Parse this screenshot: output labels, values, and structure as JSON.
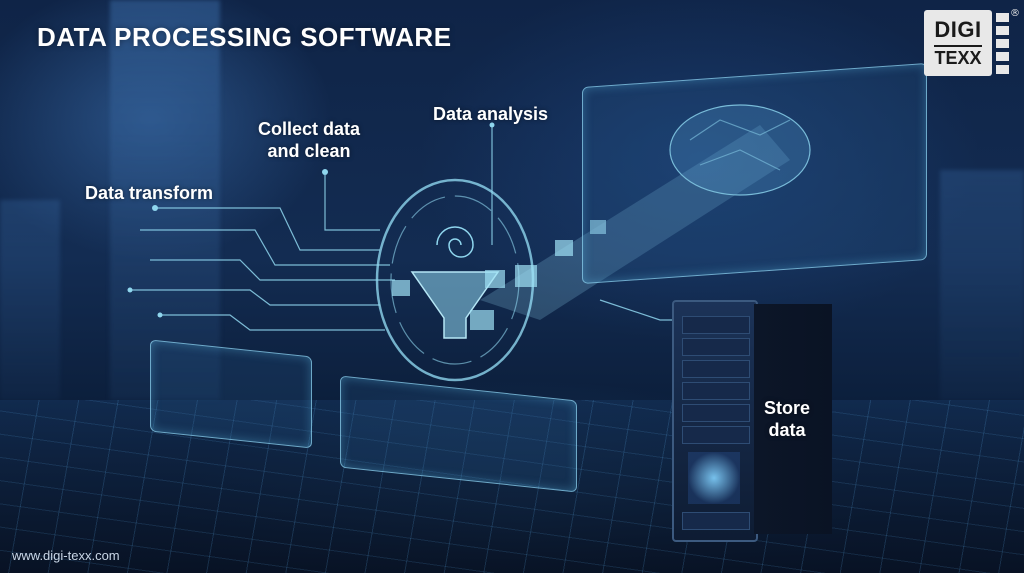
{
  "header": {
    "title": "DATA PROCESSING SOFTWARE"
  },
  "logo": {
    "line1": "DIGI",
    "line2": "TEXX",
    "registered": "®"
  },
  "stages": {
    "data_transform": "Data transform",
    "collect_clean_line1": "Collect data",
    "collect_clean_line2": "and clean",
    "data_analysis": "Data analysis",
    "store_line1": "Store",
    "store_line2": "data"
  },
  "footer": {
    "url": "www.digi-texx.com"
  },
  "colors": {
    "accent_cyan": "#8fd6ee",
    "background_navy": "#0f2447",
    "text": "#ffffff"
  }
}
